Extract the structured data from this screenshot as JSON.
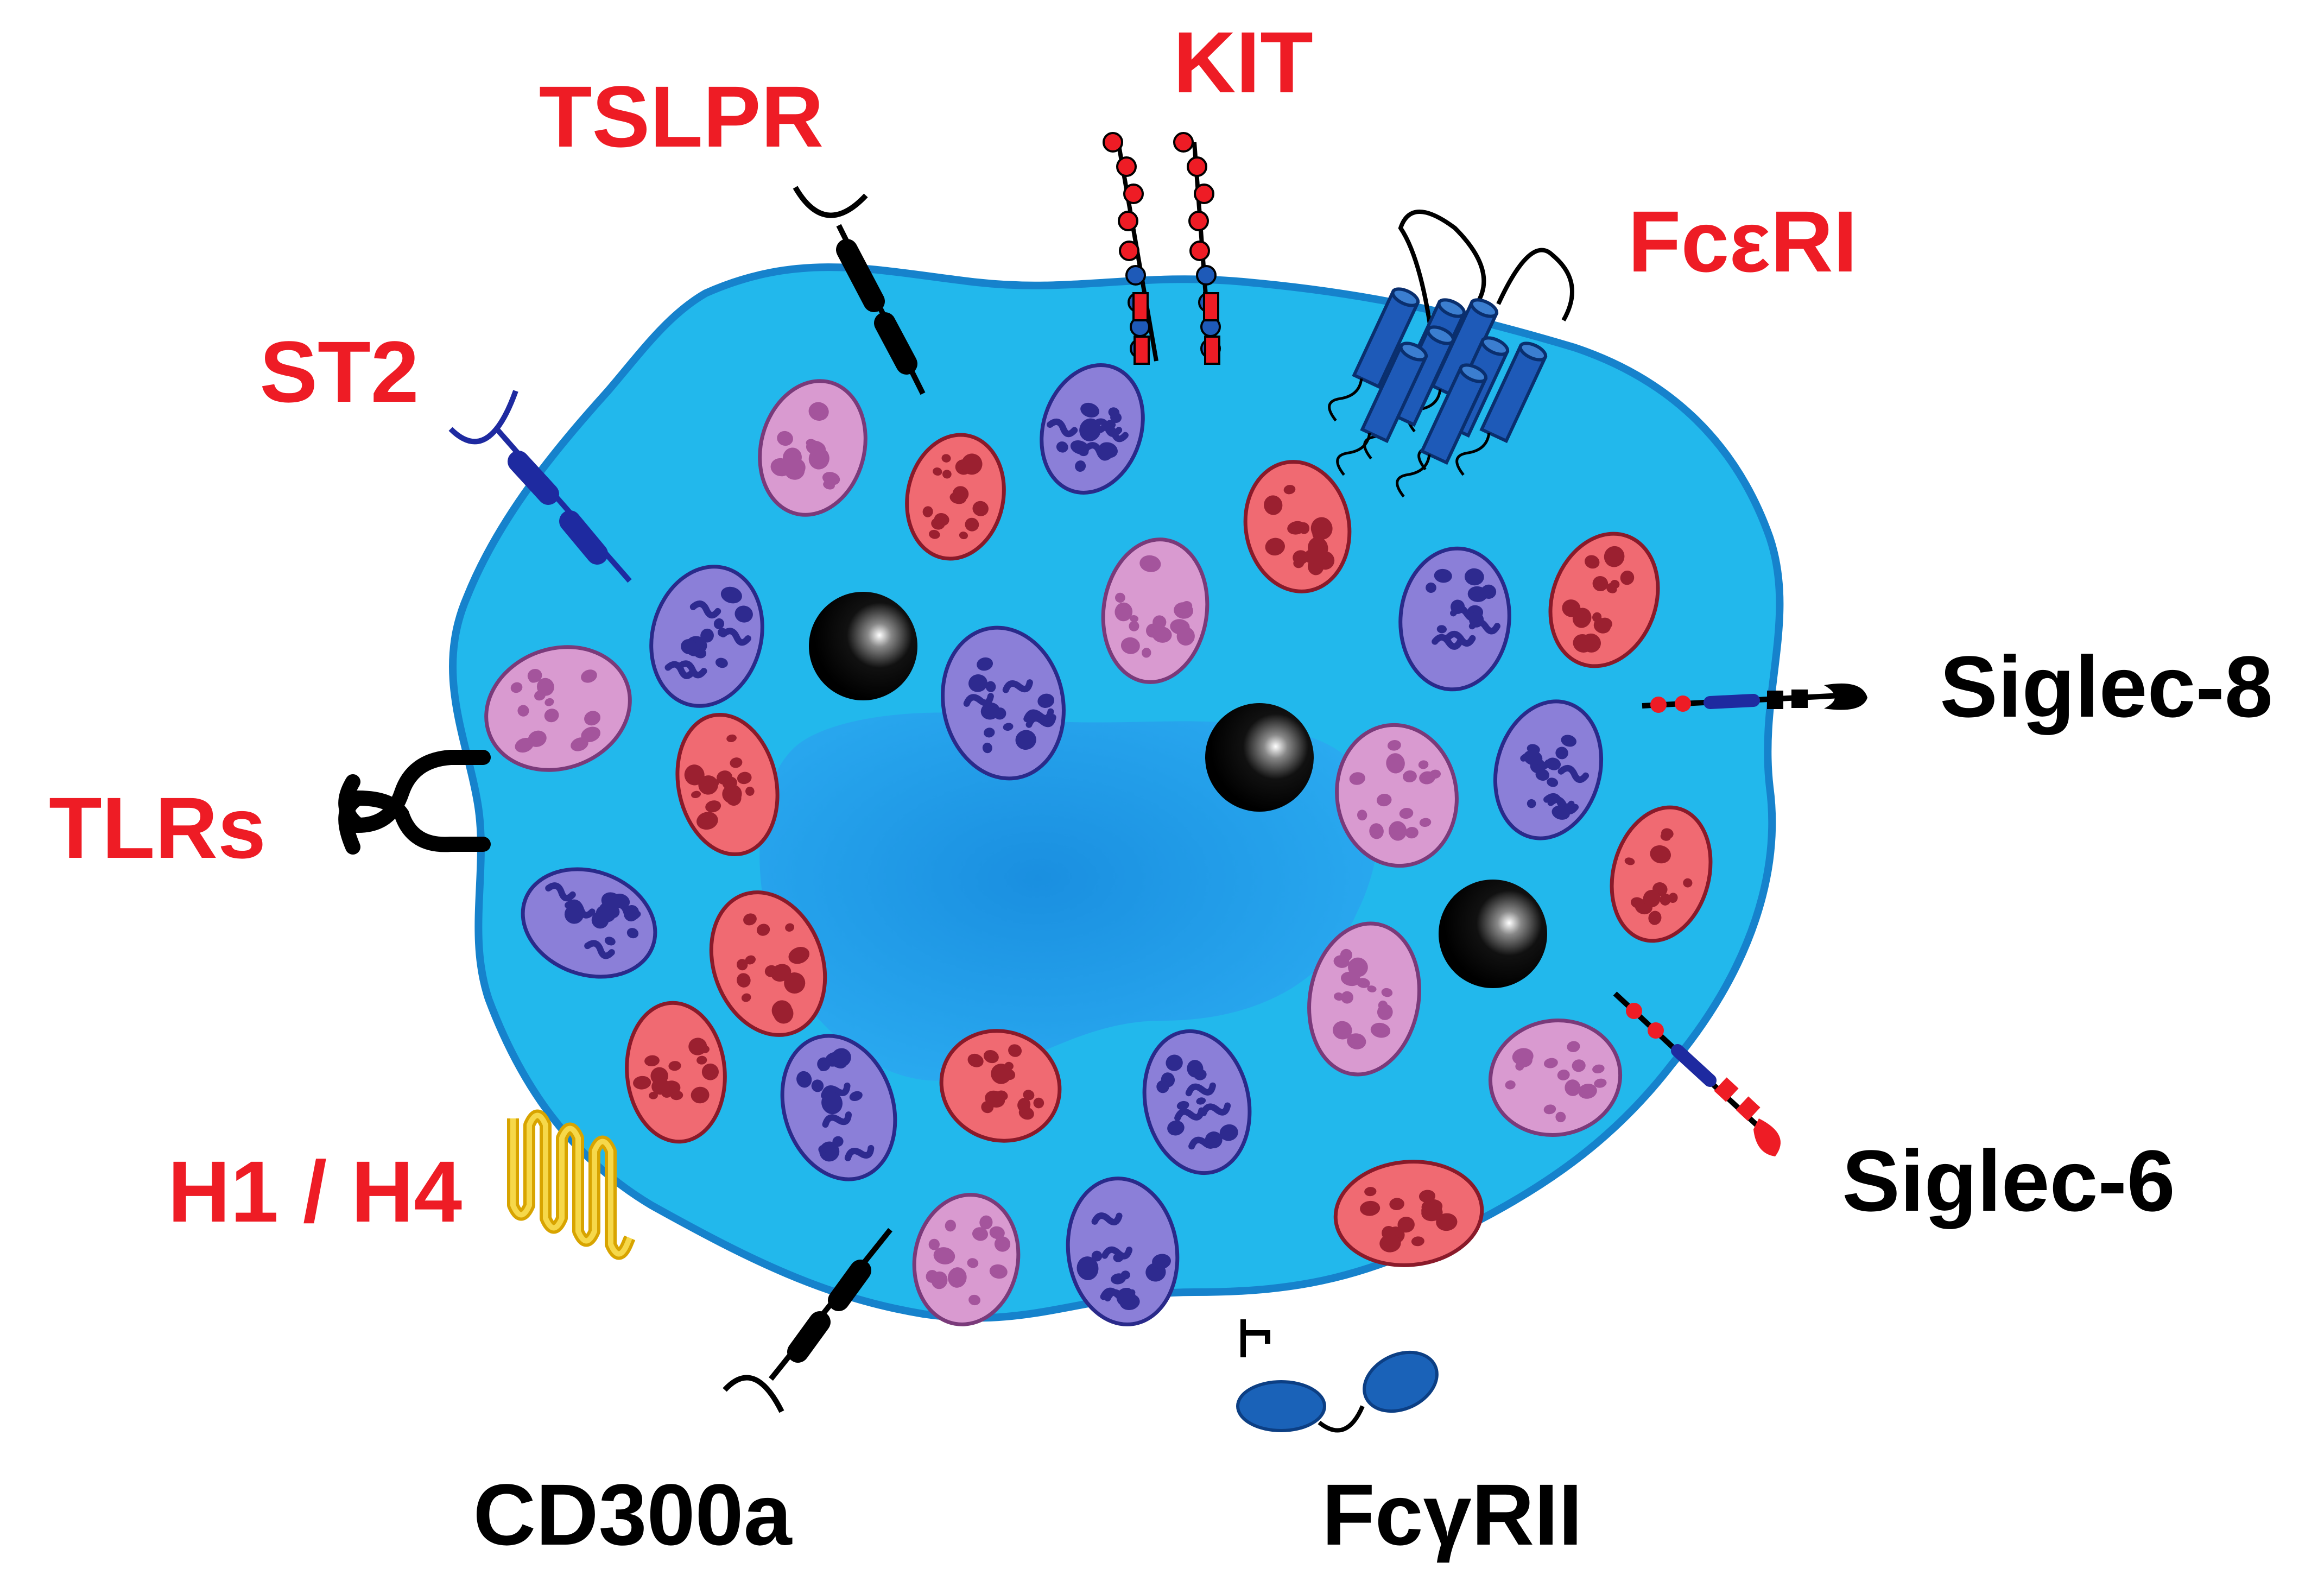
{
  "colors": {
    "activating": "#ee1c25",
    "inhibitory": "#000000",
    "cytoplasm": "#22b8ec",
    "membrane": "#1682cc",
    "nucleus": "#1e9ee6",
    "granule_red": "#f06a72",
    "granule_purple": "#8b7fd8",
    "granule_pink": "#d99ad0",
    "receptor_blue": "#1e5ab8",
    "h1h4_yellow": "#f0c419"
  },
  "receptors": {
    "kit": "KIT",
    "tslpr": "TSLPR",
    "fceri": "FcεRI",
    "st2": "ST2",
    "tlrs": "TLRs",
    "h1h4": "H1 / H4",
    "siglec8": "Siglec-8",
    "siglec6": "Siglec-6",
    "cd300a": "CD300a",
    "fcgrii": "FcγRII"
  },
  "icons": {
    "tslpr": "cytokine-receptor-icon",
    "kit": "kit-receptor-icon",
    "fceri": "seven-transmembrane-receptor-icon",
    "st2": "cytokine-receptor-icon",
    "tlrs": "toll-like-receptor-icon",
    "h1h4": "gpcr-icon",
    "siglec8": "siglec-receptor-icon",
    "siglec6": "siglec-receptor-icon",
    "cd300a": "cytokine-receptor-icon",
    "fcgrii": "fc-receptor-icon"
  }
}
